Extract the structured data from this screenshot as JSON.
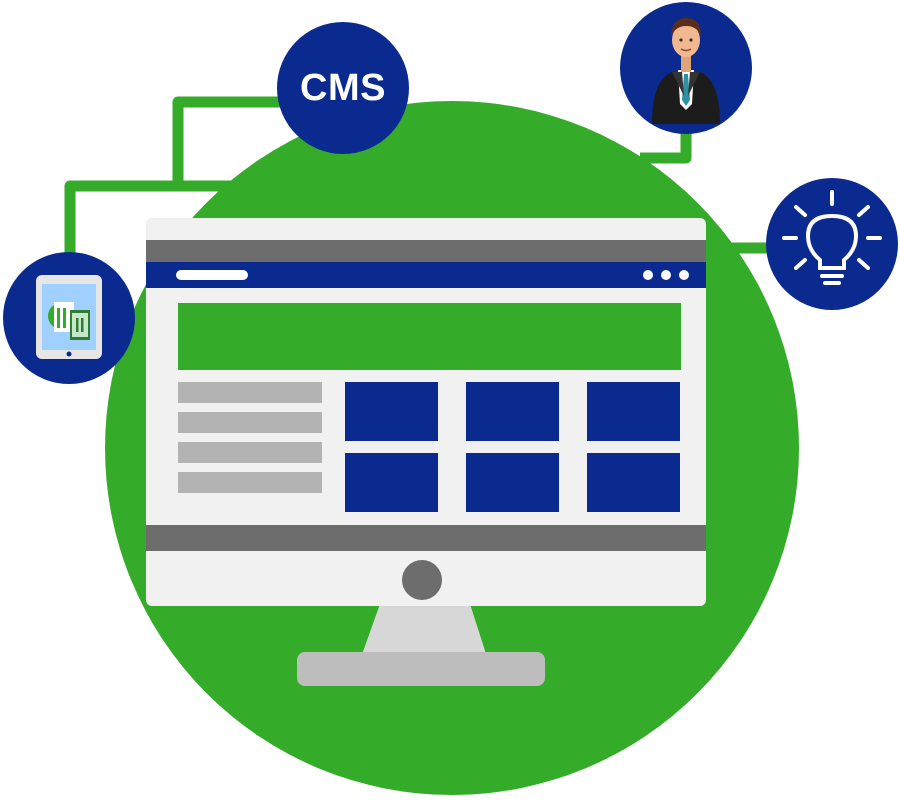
{
  "colors": {
    "green": "#35ab2a",
    "navy": "#0b2a8f",
    "gray_bar": "#6d6d6d",
    "light_gray": "#f1f1f1",
    "sidebar_gray": "#b3b3b3",
    "stand_gray": "#bdbdbd",
    "white": "#ffffff"
  },
  "cms_node": {
    "label": "CMS"
  },
  "nodes": {
    "tablet": "tablet-document-icon",
    "cms": "cms-badge",
    "person": "businessman-icon",
    "idea": "lightbulb-icon"
  },
  "monitor": {
    "browser_dots": 3,
    "sidebar_rows": 4,
    "content_tiles": 6
  }
}
